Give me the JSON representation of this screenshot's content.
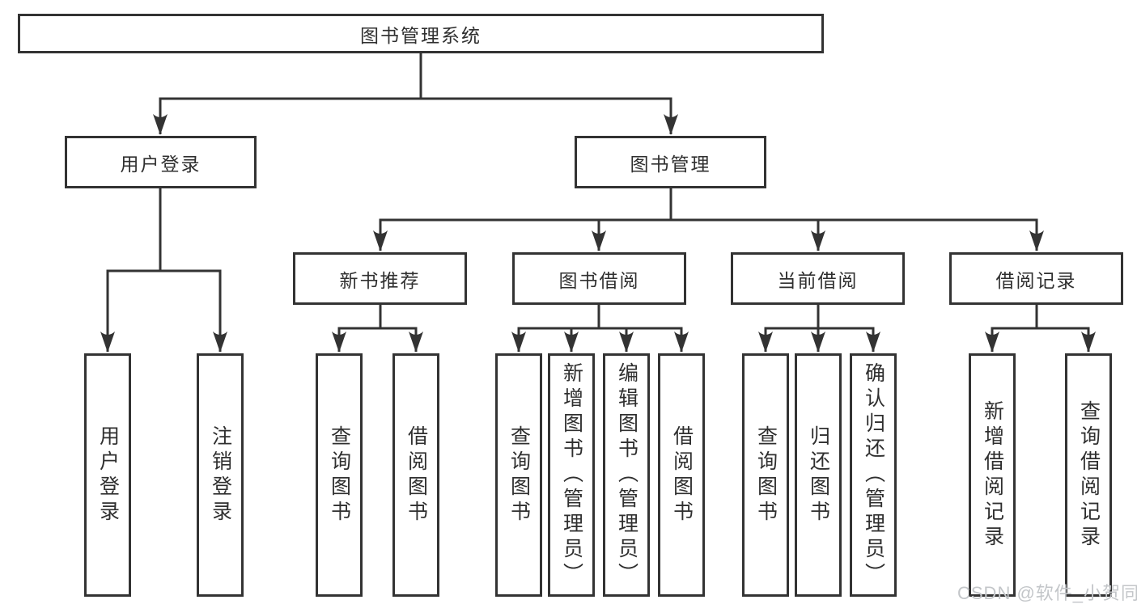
{
  "colors": {
    "line": "#333333",
    "text": "#2f2f2f",
    "watermark": "#c3c6c9",
    "background": "#ffffff"
  },
  "watermark": "CSDN @软件_小贺同学",
  "tree": {
    "label": "图书管理系统",
    "children": [
      {
        "label": "用户登录",
        "children": [
          {
            "label": "用户登录"
          },
          {
            "label": "注销登录"
          }
        ]
      },
      {
        "label": "图书管理",
        "children": [
          {
            "label": "新书推荐",
            "children": [
              {
                "label": "查询图书"
              },
              {
                "label": "借阅图书"
              }
            ]
          },
          {
            "label": "图书借阅",
            "children": [
              {
                "label": "查询图书"
              },
              {
                "label": "新增图书（管理员）"
              },
              {
                "label": "编辑图书（管理员）"
              },
              {
                "label": "借阅图书"
              }
            ]
          },
          {
            "label": "当前借阅",
            "children": [
              {
                "label": "查询图书"
              },
              {
                "label": "归还图书"
              },
              {
                "label": "确认归还（管理员）"
              }
            ]
          },
          {
            "label": "借阅记录",
            "children": [
              {
                "label": "新增借阅记录"
              },
              {
                "label": "查询借阅记录"
              }
            ]
          }
        ]
      }
    ]
  }
}
